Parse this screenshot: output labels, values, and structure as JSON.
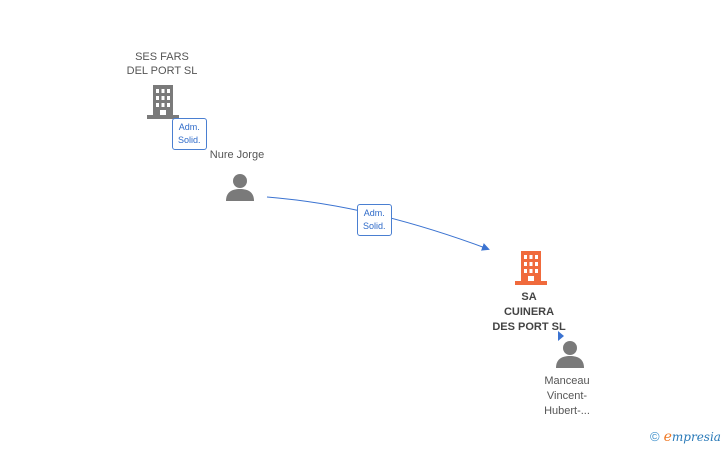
{
  "nodes": {
    "ses_fars": {
      "line1": "SES FARS",
      "line2": "DEL PORT  SL"
    },
    "nure_jorge": {
      "name": "Nure Jorge"
    },
    "sa_cuinera": {
      "line1": "SA",
      "line2": "CUINERA",
      "line3": "DES PORT  SL"
    },
    "manceau": {
      "line1": "Manceau",
      "line2": "Vincent-",
      "line3": "Hubert-..."
    }
  },
  "edges": {
    "ses_to_nure": {
      "line1": "Adm.",
      "line2": "Solid."
    },
    "nure_to_sa": {
      "line1": "Adm.",
      "line2": "Solid."
    }
  },
  "brand": {
    "copyright": "©",
    "e": "e",
    "rest": "mpresia"
  },
  "colors": {
    "company": "#7a7a7a",
    "focus_company": "#f06a3c",
    "person": "#7a7a7a",
    "edge": "#3b73d1"
  }
}
